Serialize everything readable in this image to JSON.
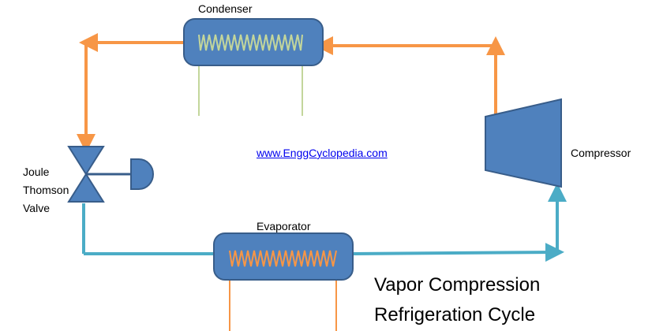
{
  "labels": {
    "condenser": "Condenser",
    "evaporator": "Evaporator",
    "compressor": "Compressor",
    "valve_line1": "Joule",
    "valve_line2": "Thomson",
    "valve_line3": "Valve"
  },
  "link": {
    "text": "www.EnggCyclopedia.com"
  },
  "title": {
    "line1": "Vapor Compression",
    "line2": "Refrigeration Cycle"
  },
  "coils": {
    "condenser": "WWWWWW",
    "evaporator": "WWWWWW"
  },
  "colors": {
    "hot_line": "#F79646",
    "cold_line": "#4BACC6",
    "component_fill": "#4F81BD",
    "component_stroke": "#385D8A",
    "condenser_coil": "#C3D69B",
    "evaporator_coil": "#F79646"
  }
}
